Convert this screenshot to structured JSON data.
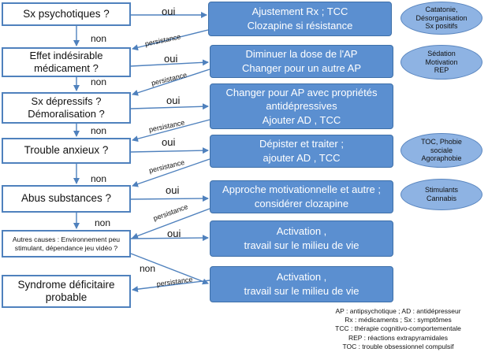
{
  "questions": [
    {
      "lines": [
        "Sx psychotiques ?"
      ]
    },
    {
      "lines": [
        "Effet indésirable",
        "médicament ?"
      ]
    },
    {
      "lines": [
        "Sx dépressifs ?",
        "Démoralisation ?"
      ]
    },
    {
      "lines": [
        "Trouble anxieux ?"
      ]
    },
    {
      "lines": [
        "Abus substances ?"
      ]
    },
    {
      "lines": [
        "Autres causes : Environnement peu",
        "stimulant, dépendance jeu vidéo ?"
      ]
    },
    {
      "lines": [
        "Syndrome déficitaire",
        "probable"
      ]
    }
  ],
  "actions": [
    {
      "lines": [
        "Ajustement Rx ; TCC",
        "Clozapine si résistance"
      ]
    },
    {
      "lines": [
        "Diminuer la dose de l'AP",
        "Changer pour un autre AP"
      ]
    },
    {
      "lines": [
        "Changer pour  AP avec propriétés",
        "antidépressives",
        "Ajouter AD , TCC"
      ]
    },
    {
      "lines": [
        "Dépister et traiter ;",
        "ajouter AD , TCC"
      ]
    },
    {
      "lines": [
        "Approche motivationnelle et autre ;",
        "considérer clozapine"
      ]
    },
    {
      "lines": [
        "Activation ,",
        "travail sur le milieu de vie"
      ]
    },
    {
      "lines": [
        "Activation ,",
        "travail sur le milieu de vie"
      ]
    }
  ],
  "symptoms": [
    {
      "lines": [
        "Catatonie,",
        "Désorganisation",
        "Sx positifs"
      ]
    },
    {
      "lines": [
        "Sédation",
        "Motivation",
        "REP"
      ]
    },
    {
      "lines": [
        "TOC, Phobie",
        "sociale",
        "Agoraphobie"
      ]
    },
    {
      "lines": [
        "Stimulants",
        "Cannabis"
      ]
    }
  ],
  "labels": {
    "yes": "oui",
    "no": "non",
    "persist": "persistance"
  },
  "legend": [
    "AP : antipsychotique ; AD : antidépresseur",
    "Rx : médicaments ; Sx : symptômes",
    "TCC : thérapie cognitivo-comportementale",
    "REP : réactions extrapyramidales",
    "TOC : trouble obsessionnel compulsif"
  ],
  "colors": {
    "border": "#4f81bd",
    "action_fill": "#5b8fd0",
    "symptom_fill": "#8eb3e3"
  }
}
